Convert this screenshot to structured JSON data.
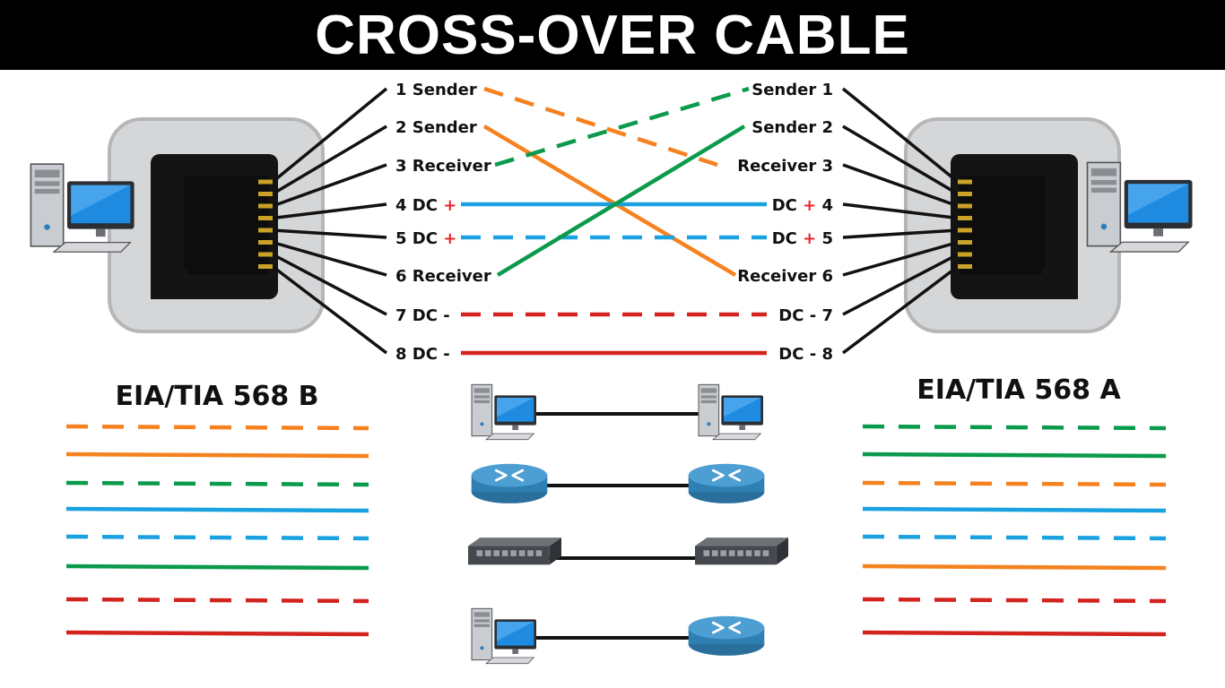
{
  "title": "CROSS-OVER CABLE",
  "colors": {
    "orange": "#f5821f",
    "green": "#0a9a4b",
    "blue": "#1aa1e0",
    "red": "#d2231f",
    "black": "#111111",
    "plus": "#e8262a"
  },
  "left_pins": [
    {
      "num": "1",
      "text": "Sender"
    },
    {
      "num": "2",
      "text": "Sender"
    },
    {
      "num": "3",
      "text": "Receiver"
    },
    {
      "num": "4",
      "text": "DC",
      "sign": "+"
    },
    {
      "num": "5",
      "text": "DC",
      "sign": "+"
    },
    {
      "num": "6",
      "text": "Receiver"
    },
    {
      "num": "7",
      "text": "DC",
      "sign": "-"
    },
    {
      "num": "8",
      "text": "DC",
      "sign": "-"
    }
  ],
  "right_pins": [
    {
      "num": "1",
      "text": "Sender"
    },
    {
      "num": "2",
      "text": "Sender"
    },
    {
      "num": "3",
      "text": "Receiver"
    },
    {
      "num": "4",
      "text": "DC",
      "sign": "+"
    },
    {
      "num": "5",
      "text": "DC",
      "sign": "+"
    },
    {
      "num": "6",
      "text": "Receiver"
    },
    {
      "num": "7",
      "text": "DC",
      "sign": "-"
    },
    {
      "num": "8",
      "text": "DC",
      "sign": "-"
    }
  ],
  "connections": [
    {
      "from": 1,
      "to": 3,
      "color": "orange",
      "dashed": true
    },
    {
      "from": 2,
      "to": 6,
      "color": "orange",
      "dashed": false
    },
    {
      "from": 3,
      "to": 1,
      "color": "green",
      "dashed": true
    },
    {
      "from": 4,
      "to": 4,
      "color": "blue",
      "dashed": false
    },
    {
      "from": 5,
      "to": 5,
      "color": "blue",
      "dashed": true
    },
    {
      "from": 6,
      "to": 2,
      "color": "green",
      "dashed": false
    },
    {
      "from": 7,
      "to": 7,
      "color": "red",
      "dashed": true
    },
    {
      "from": 8,
      "to": 8,
      "color": "red",
      "dashed": false
    }
  ],
  "standard_left": {
    "title": "EIA/TIA 568 B",
    "wires": [
      {
        "color": "orange",
        "dashed": true
      },
      {
        "color": "orange",
        "dashed": false
      },
      {
        "color": "green",
        "dashed": true
      },
      {
        "color": "blue",
        "dashed": false
      },
      {
        "color": "blue",
        "dashed": true
      },
      {
        "color": "green",
        "dashed": false
      },
      {
        "color": "red",
        "dashed": true
      },
      {
        "color": "red",
        "dashed": false
      }
    ]
  },
  "standard_right": {
    "title": "EIA/TIA 568 A",
    "wires": [
      {
        "color": "green",
        "dashed": true
      },
      {
        "color": "green",
        "dashed": false
      },
      {
        "color": "orange",
        "dashed": true
      },
      {
        "color": "blue",
        "dashed": false
      },
      {
        "color": "blue",
        "dashed": true
      },
      {
        "color": "orange",
        "dashed": false
      },
      {
        "color": "red",
        "dashed": true
      },
      {
        "color": "red",
        "dashed": false
      }
    ]
  },
  "device_pairs": [
    {
      "left": "pc-icon",
      "right": "pc-icon"
    },
    {
      "left": "router-icon",
      "right": "router-icon"
    },
    {
      "left": "switch-icon",
      "right": "switch-icon"
    },
    {
      "left": "pc-icon",
      "right": "router-icon"
    }
  ]
}
